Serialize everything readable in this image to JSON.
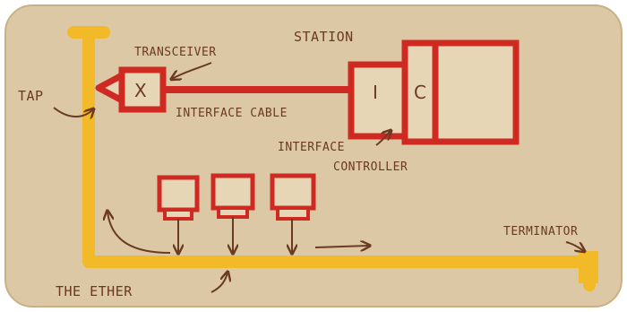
{
  "labels": {
    "station": "STATION",
    "transceiver": "TRANSCEIVER",
    "tap": "TAP",
    "interface_cable": "INTERFACE CABLE",
    "interface_controller_line1": "INTERFACE",
    "interface_controller_line2": "CONTROLLER",
    "terminator": "TERMINATOR",
    "the_ether": "THE ETHER",
    "transceiver_box": "X",
    "interface_box": "I",
    "controller_box": "C"
  },
  "colors": {
    "paper": "#dcc8a5",
    "paper_edge": "#c9b089",
    "ether": "#f2b928",
    "red": "#cf2a22",
    "brown": "#6b3a22"
  }
}
